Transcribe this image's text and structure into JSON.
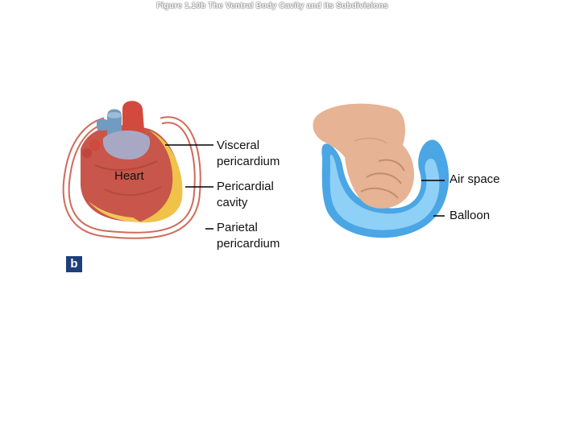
{
  "caption": "Figure 1.10b The Ventral Body Cavity and Its Subdivisions",
  "panel_letter": "b",
  "labels": {
    "visceral": "Visceral\npericardium",
    "heart": "Heart",
    "pericardial_cavity": "Pericardial\ncavity",
    "parietal": "Parietal\npericardium",
    "air_space": "Air space",
    "balloon": "Balloon"
  },
  "colors": {
    "heart_muscle": "#c8564a",
    "fat": "#f0c24a",
    "vessel_blue": "#6f9cc0",
    "vessel_gray": "#a8a8c4",
    "balloon_outer": "#4aa6e4",
    "balloon_inner": "#8fd0f7",
    "skin": "#e6b394",
    "badge": "#1d3f7a"
  }
}
